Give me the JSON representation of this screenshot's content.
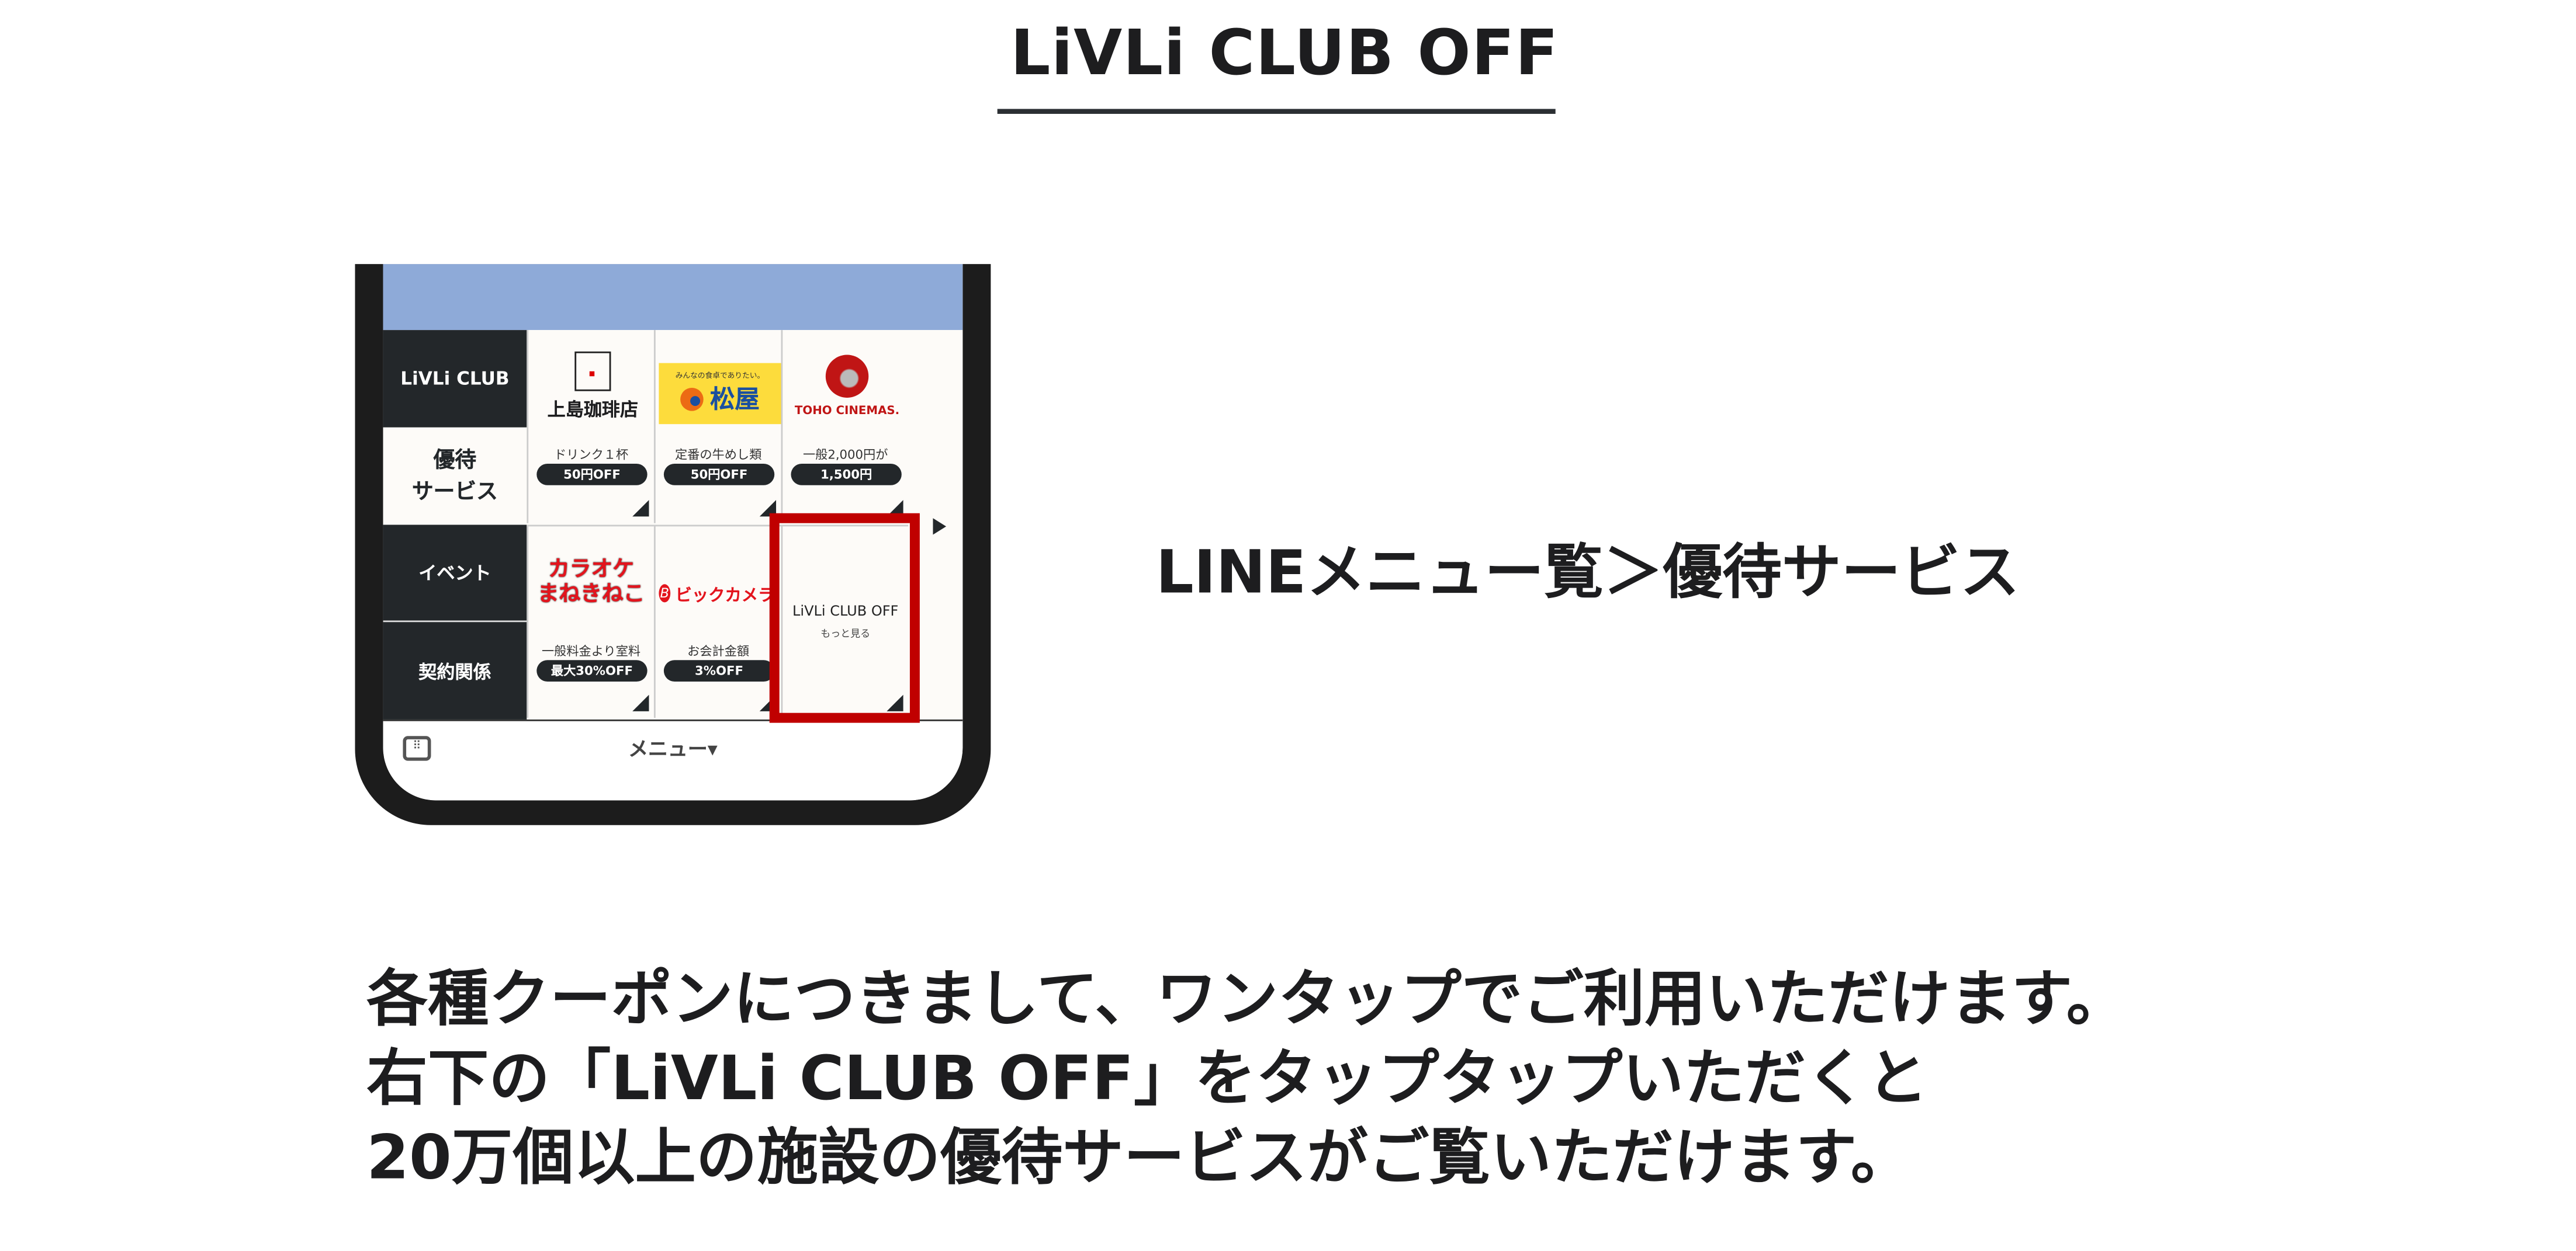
{
  "header": {
    "title": "LiVLi CLUB OFF"
  },
  "phone": {
    "side_menu": [
      {
        "label": "LiVLi CLUB",
        "active": false
      },
      {
        "label": "優待\nサービス",
        "line1": "優待",
        "line2": "サービス",
        "active": true
      },
      {
        "label": "イベント",
        "active": false
      },
      {
        "label": "契約関係",
        "active": false
      }
    ],
    "cells": [
      {
        "logo": "上島珈琲店",
        "desc": "ドリンク１杯",
        "badge": "50円OFF"
      },
      {
        "logo": "松屋",
        "logo_sub": "みんなの食卓でありたい。",
        "desc": "定番の牛めし類",
        "badge": "50円OFF"
      },
      {
        "logo": "TOHO CINEMAS.",
        "desc": "一般2,000円が",
        "badge": "1,500円"
      },
      {
        "logo": "カラオケ まねきねこ",
        "desc": "一般料金より室料",
        "badge": "最大30%OFF"
      },
      {
        "logo": "ビックカメラ",
        "desc": "お会計金額",
        "badge": "3%OFF"
      },
      {
        "title": "LiVLi CLUB OFF",
        "sub": "もっと見る"
      }
    ],
    "bottom_bar": {
      "menu_label": "メニュー▾"
    },
    "highlight_color": "#c00000"
  },
  "caption": "LINEメニュー覧＞優待サービス",
  "paragraph": [
    "各種クーポンにつきまして、ワンタップでご利用いただけます。",
    "右下の「LiVLi CLUB OFF」をタップタップいただくと",
    "20万個以上の施設の優待サービスがご覧いただけます。"
  ]
}
